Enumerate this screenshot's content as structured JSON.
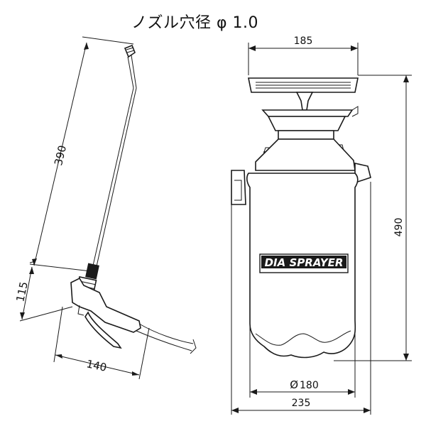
{
  "title": "ノズル穴径 φ 1.0",
  "label": "DIA SPRAYER",
  "dimensions": {
    "wand_length": "390",
    "grip_height": "115",
    "grip_width": "140",
    "head_width": "185",
    "body_height": "490",
    "tank_diameter": "180",
    "base_width": "235"
  },
  "diameter_symbol": "Ø"
}
